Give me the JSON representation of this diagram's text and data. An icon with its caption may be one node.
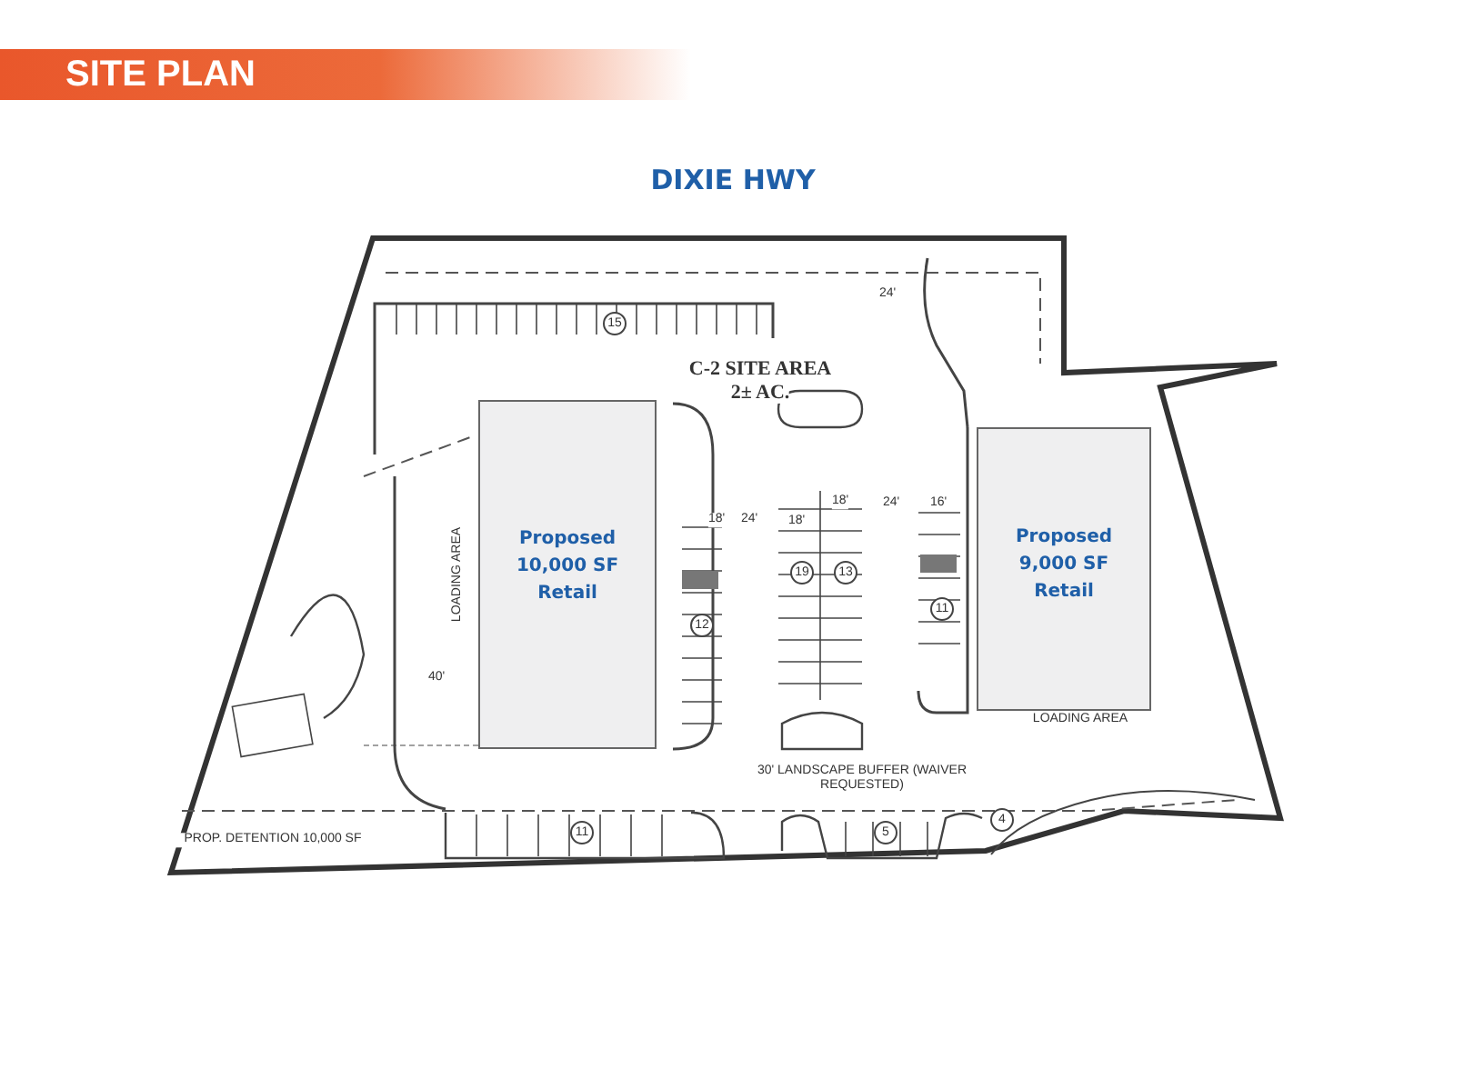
{
  "diagram": {
    "title": "SITE PLAN",
    "nodes": [
      {
        "text": [
          "Proposed 10,000 SF Retail"
        ]
      },
      {
        "text": [
          "Proposed 9,000 SF Retail"
        ]
      }
    ],
    "labels": [
      "DIXIE HWY",
      "24'",
      "15",
      "C-2 SITE AREA",
      "2± AC.",
      "18'",
      "24'",
      "18'",
      "18'",
      "24'",
      "16'",
      "19",
      "13",
      "12",
      "11",
      "LOADING AREA",
      "40'",
      "LOADING AREA",
      "30' LANDSCAPE BUFFER (WAIVER REQUESTED)",
      "PROP. DETENTION 10,000 SF",
      "11",
      "5",
      "4"
    ]
  }
}
